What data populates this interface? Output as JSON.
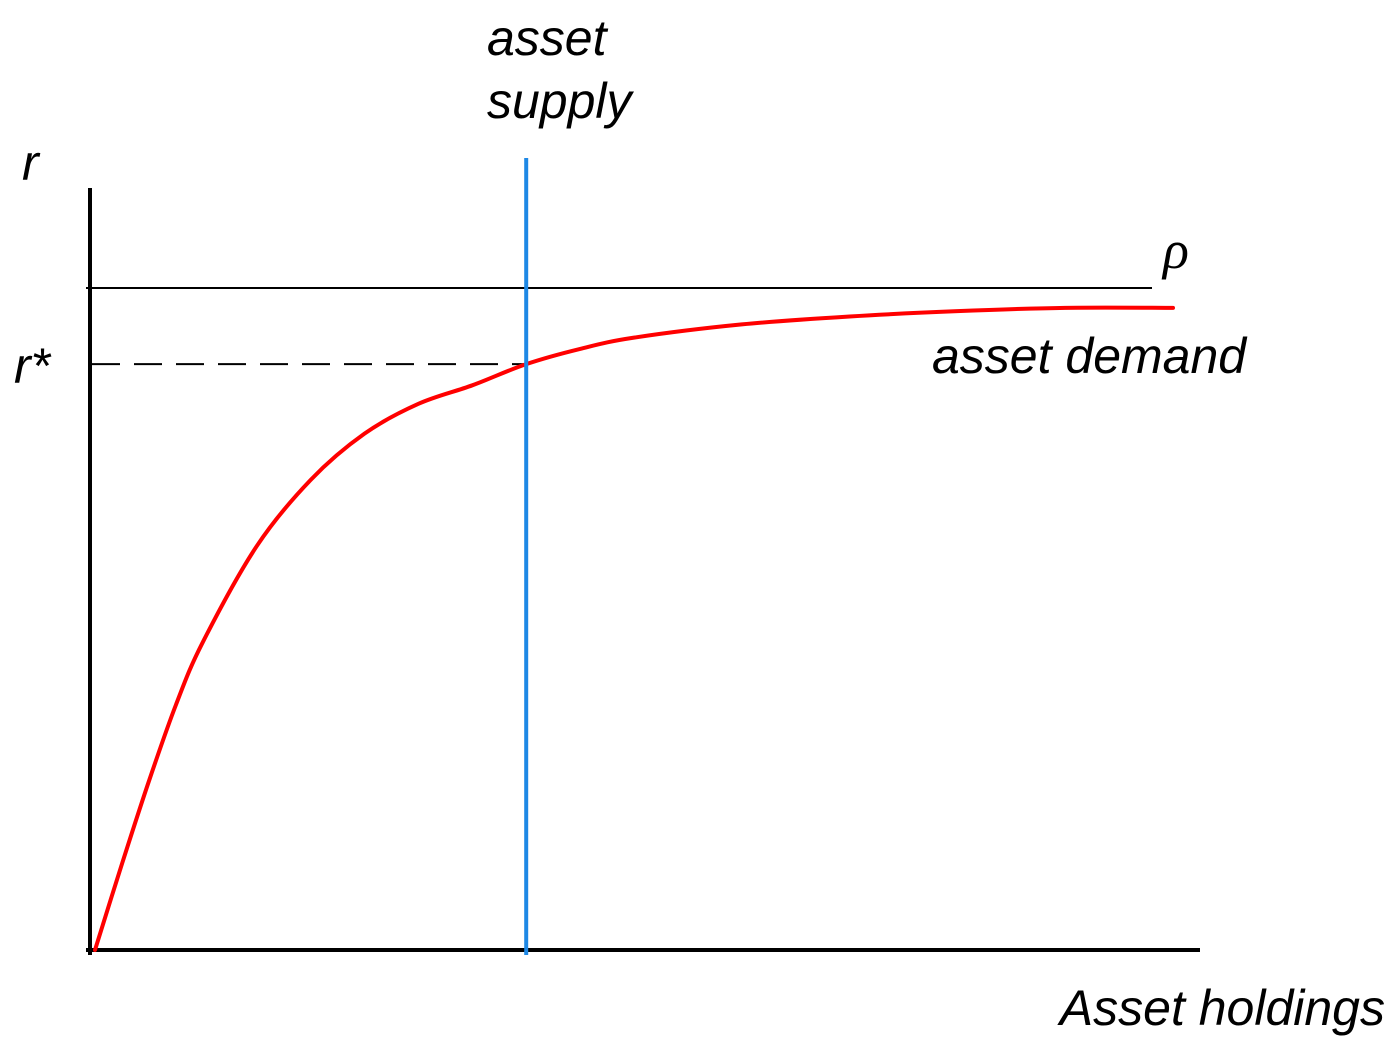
{
  "chart_data": {
    "type": "line",
    "xlabel": "Asset holdings",
    "ylabel": "r",
    "xlim": [
      0,
      10
    ],
    "ylim": [
      0,
      1
    ],
    "grid": false,
    "legend": "none",
    "series": [
      {
        "name": "asset demand",
        "color": "#ff0000",
        "x": [
          0,
          0.25,
          0.5,
          0.75,
          1,
          1.5,
          2,
          2.5,
          3,
          3.5,
          4,
          4.5,
          5,
          6,
          7,
          8,
          9,
          10
        ],
        "y": [
          0,
          0.13,
          0.255,
          0.37,
          0.465,
          0.61,
          0.71,
          0.78,
          0.825,
          0.853,
          0.885,
          0.908,
          0.925,
          0.945,
          0.957,
          0.965,
          0.97,
          0.97
        ]
      }
    ],
    "reference_lines": {
      "asset_supply": {
        "label_line1": "asset",
        "label_line2": "supply",
        "x": 4,
        "color": "#1e88e5"
      },
      "rho": {
        "label": "ρ",
        "y": 1.0,
        "color": "#000000"
      },
      "r_star": {
        "label": "r*",
        "y": 0.885,
        "style": "dashed",
        "color": "#000000"
      }
    },
    "annotations": {
      "demand_label": "asset demand"
    }
  }
}
